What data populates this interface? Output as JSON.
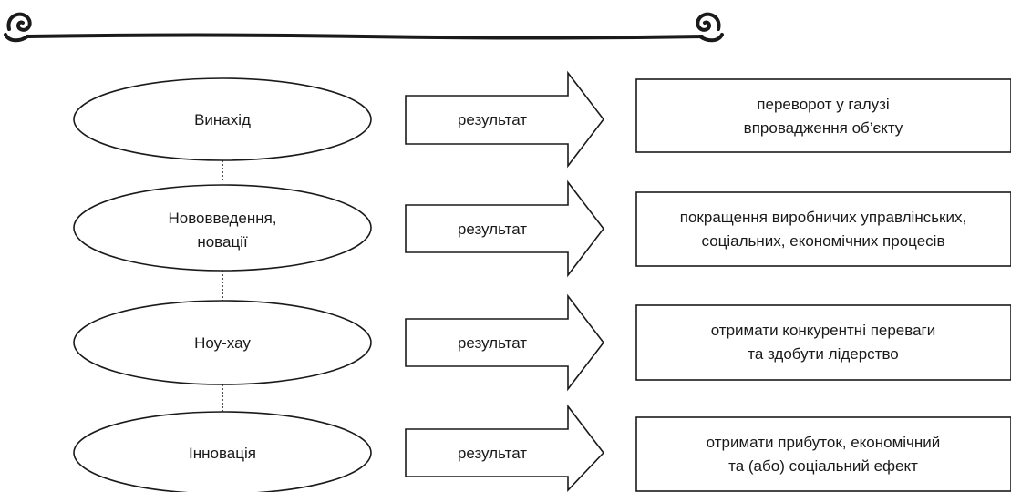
{
  "rows": [
    {
      "source": [
        "Винахід"
      ],
      "arrow": "результат",
      "result": [
        "переворот у галузі",
        "впровадження об’єкту"
      ]
    },
    {
      "source": [
        "Нововведення,",
        "новації"
      ],
      "arrow": "результат",
      "result": [
        "покращення виробничих  управлінських,",
        "соціальних, економічних процесів"
      ]
    },
    {
      "source": [
        "Ноу-хау"
      ],
      "arrow": "результат",
      "result": [
        "отримати конкурентні переваги",
        "та здобути лідерство"
      ]
    },
    {
      "source": [
        "Інновація"
      ],
      "arrow": "результат",
      "result": [
        "отримати прибуток,  економічний",
        "та (або) соціальний ефект"
      ]
    }
  ],
  "colors": {
    "ink": "#1a1a1a",
    "background": "#ffffff"
  },
  "decoration": {
    "header_ornament": "scroll-flourish-rule"
  }
}
